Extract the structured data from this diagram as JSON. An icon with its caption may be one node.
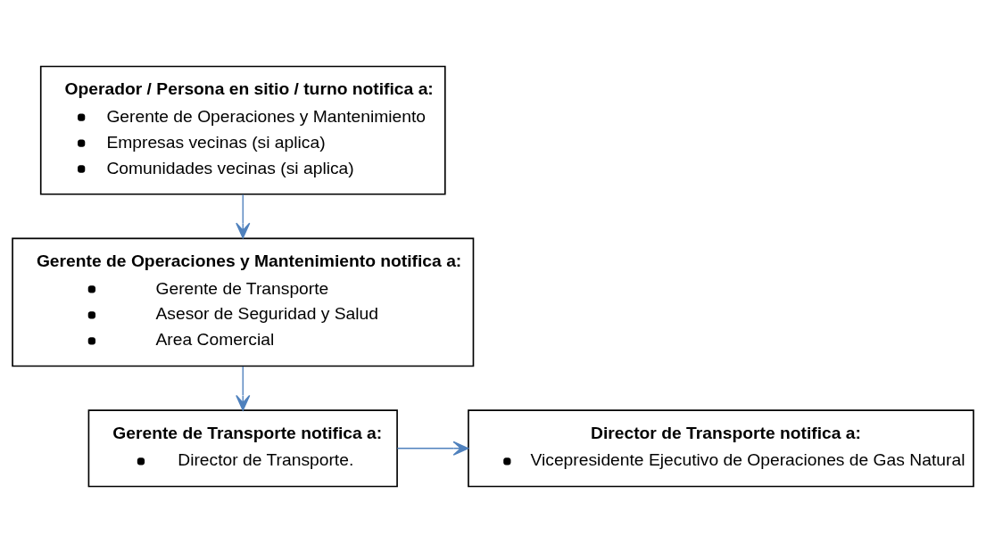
{
  "diagram": {
    "nodes": [
      {
        "text": [
          "Operador / Persona en sitio / turno notifica a:",
          "Gerente de Operaciones y Mantenimiento",
          "Empresas vecinas (si aplica)",
          "Comunidades vecinas (si aplica)"
        ]
      },
      {
        "text": [
          "Gerente de Operaciones y Mantenimiento notifica a:",
          "Gerente de Transporte",
          "Asesor de Seguridad y Salud",
          "Area Comercial"
        ]
      },
      {
        "text": [
          "Gerente de Transporte notifica a:",
          "Director de Transporte."
        ]
      },
      {
        "text": [
          "Director de Transporte notifica a:",
          "Vicepresidente Ejecutivo de Operaciones de Gas Natural"
        ]
      }
    ],
    "edges": [
      {
        "from": 0,
        "to": 1,
        "arrow": "to"
      },
      {
        "from": 1,
        "to": 2,
        "arrow": "to"
      },
      {
        "from": 2,
        "to": 3,
        "arrow": "to"
      }
    ]
  }
}
